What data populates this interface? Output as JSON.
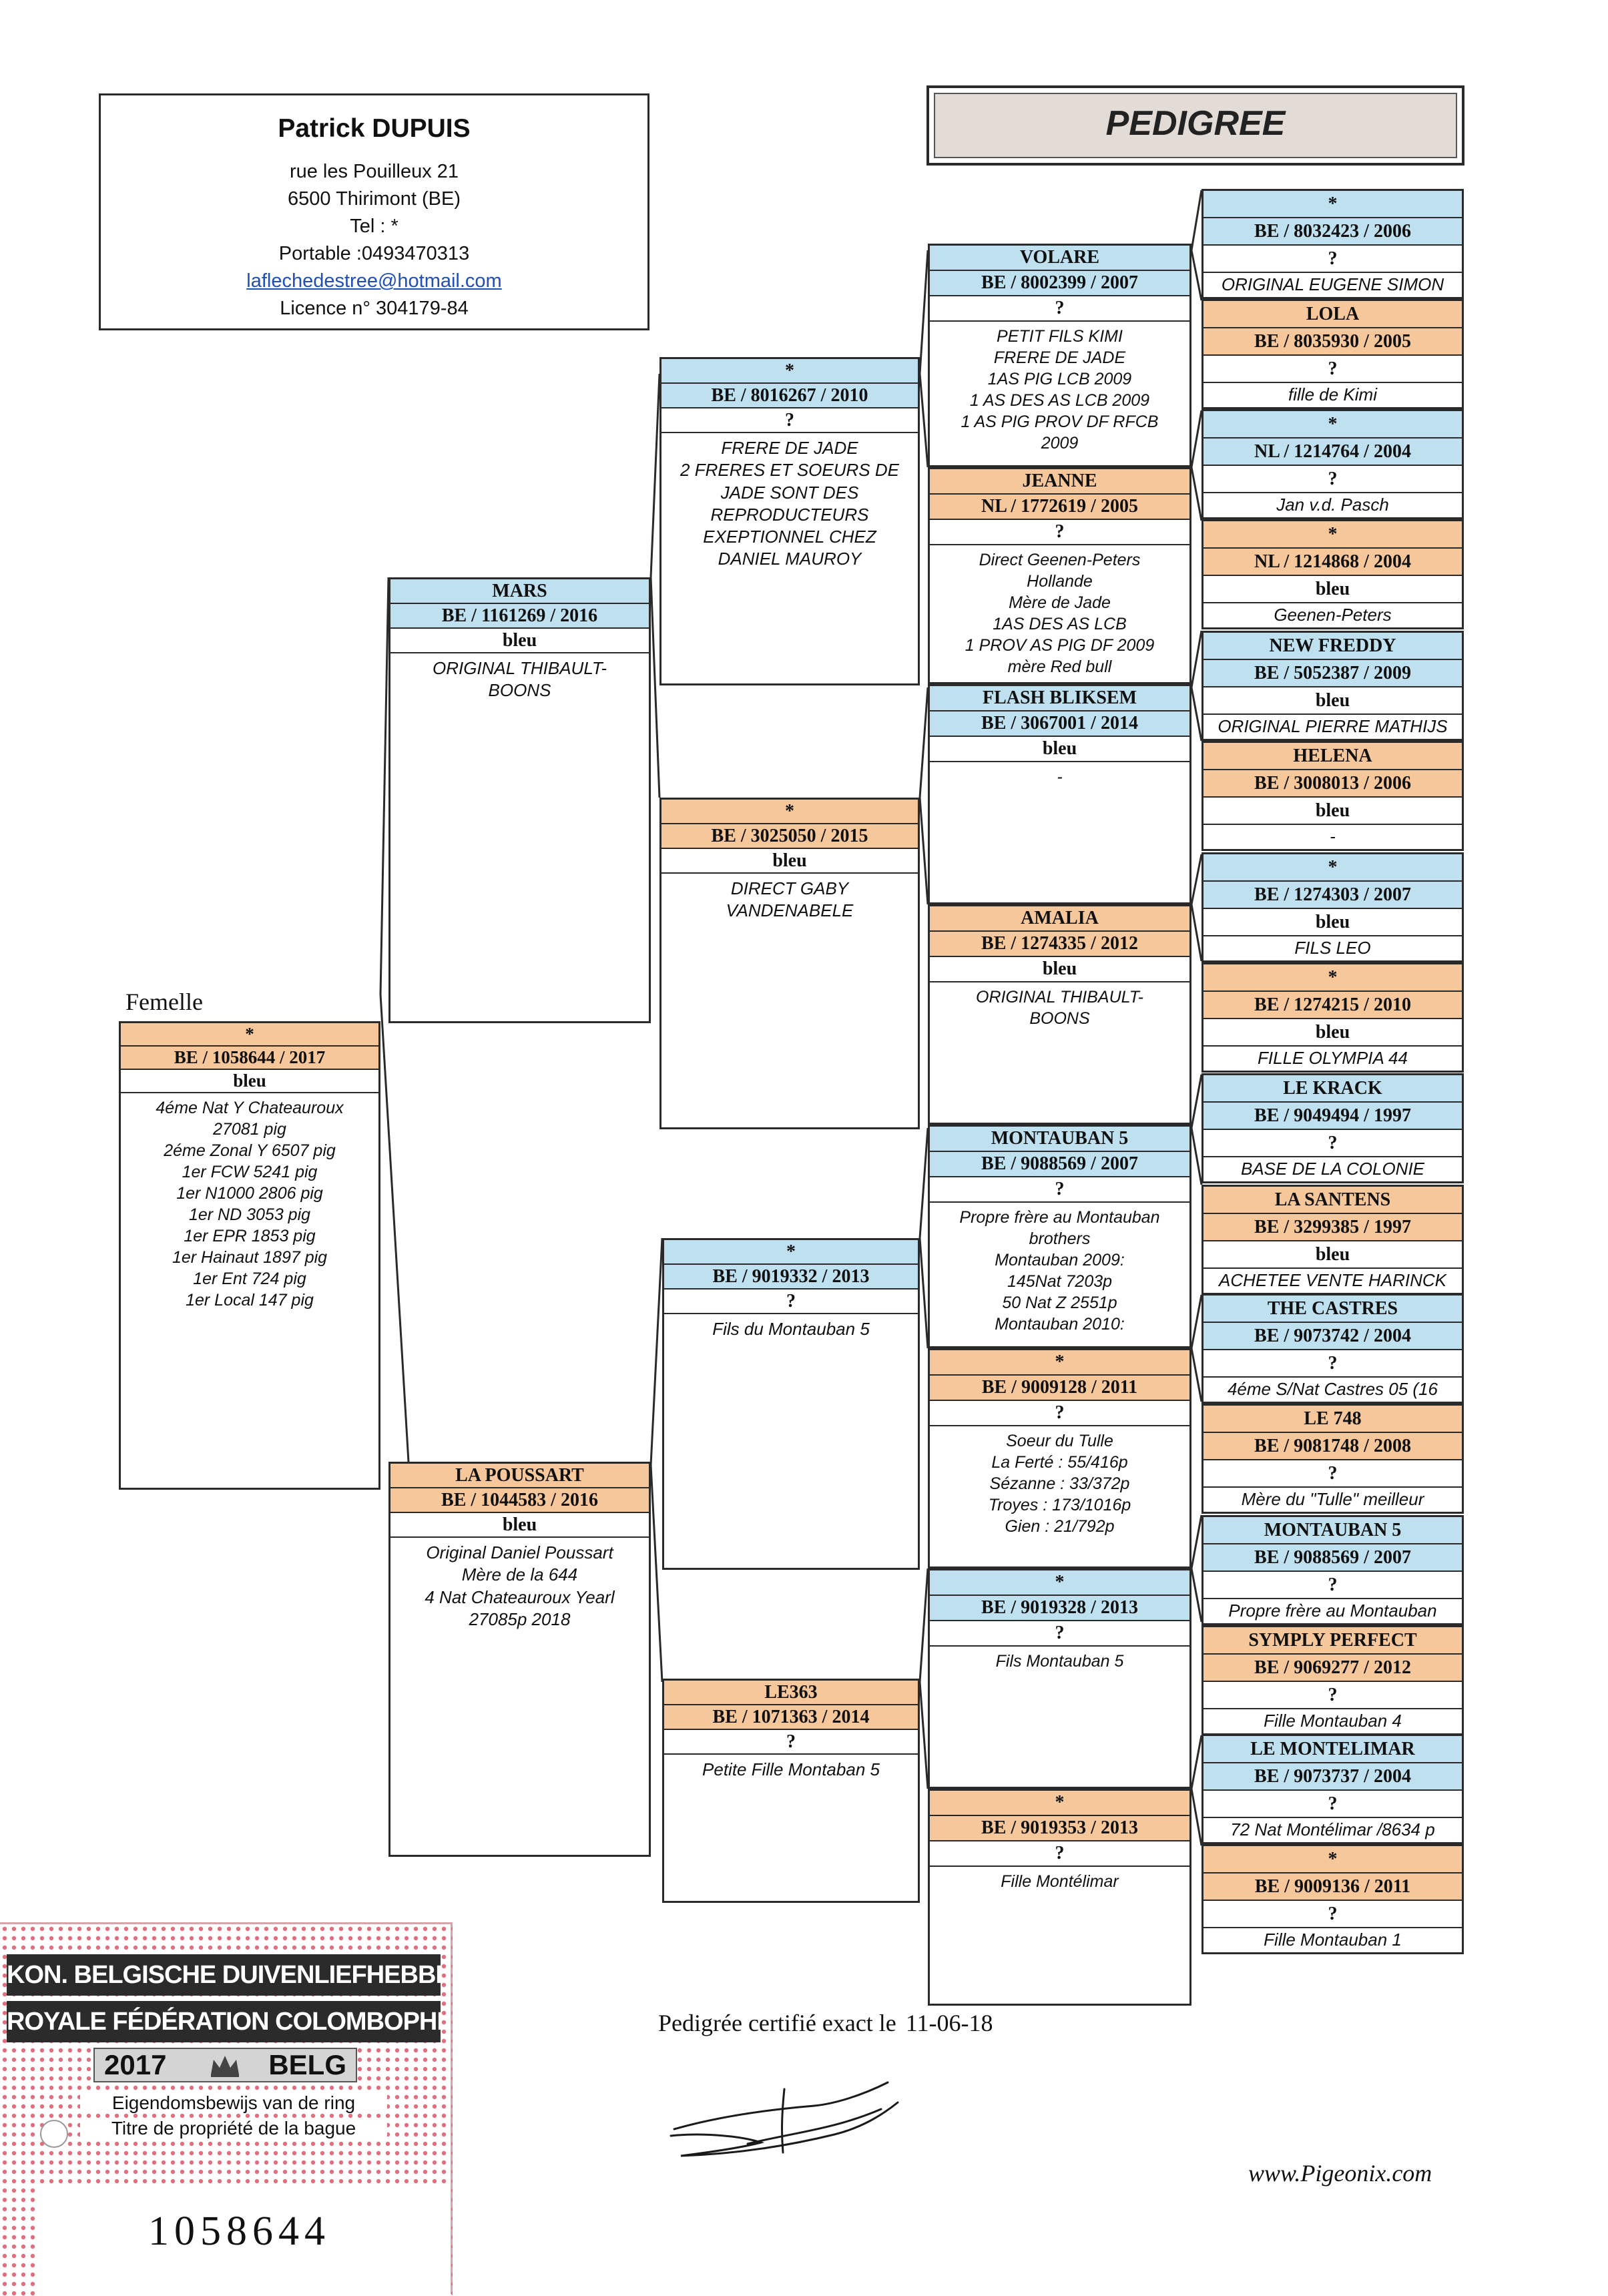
{
  "breeder": {
    "name": "Patrick DUPUIS",
    "address": "rue les Pouilleux 21",
    "city": "6500 Thirimont (BE)",
    "tel": "Tel : *",
    "portable": "Portable :0493470313",
    "email": "laflechedestree@hotmail.com",
    "licence": "Licence n° 304179-84"
  },
  "title": "PEDIGREE",
  "sex_label": "Femelle",
  "birds": {
    "subject": {
      "name": "*",
      "ring": "BE / 1058644 / 2017",
      "color": "bleu",
      "sex": "f",
      "notes": [
        "4éme Nat Y Chateauroux",
        "27081 pig",
        "2éme Zonal Y 6507 pig",
        "1er FCW 5241 pig",
        "1er N1000 2806 pig",
        "1er ND 3053 pig",
        "1er EPR 1853 pig",
        "1er Hainaut 1897 pig",
        "1er Ent 724 pig",
        "1er Local 147 pig"
      ]
    },
    "s": {
      "name": "MARS",
      "ring": "BE / 1161269 / 2016",
      "color": "bleu",
      "sex": "m",
      "notes": [
        "ORIGINAL THIBAULT-",
        "BOONS"
      ]
    },
    "d": {
      "name": "LA POUSSART",
      "ring": "BE / 1044583 / 2016",
      "color": "bleu",
      "sex": "f",
      "notes": [
        "Original Daniel Poussart",
        "Mère de la 644",
        "4 Nat Chateauroux Yearl",
        "27085p 2018"
      ]
    },
    "ss": {
      "name": "*",
      "ring": "BE / 8016267 / 2010",
      "color": "?",
      "sex": "m",
      "notes": [
        "FRERE DE JADE",
        "2 FRERES ET SOEURS DE",
        "JADE SONT DES",
        "REPRODUCTEURS",
        "EXEPTIONNEL CHEZ",
        "DANIEL MAUROY"
      ]
    },
    "sd": {
      "name": "*",
      "ring": "BE / 3025050 / 2015",
      "color": "bleu",
      "sex": "f",
      "notes": [
        "DIRECT GABY",
        "VANDENABELE"
      ]
    },
    "ds": {
      "name": "*",
      "ring": "BE / 9019332 / 2013",
      "color": "?",
      "sex": "m",
      "notes": [
        "Fils du Montauban 5"
      ]
    },
    "dd": {
      "name": "LE363",
      "ring": "BE / 1071363 / 2014",
      "color": "?",
      "sex": "f",
      "notes": [
        "Petite Fille Montaban 5"
      ]
    },
    "sss": {
      "name": "VOLARE",
      "ring": "BE / 8002399 / 2007",
      "color": "?",
      "sex": "m",
      "notes": [
        "PETIT FILS KIMI",
        "FRERE DE JADE",
        "1AS PIG LCB 2009",
        "1 AS DES AS LCB 2009",
        "1 AS PIG PROV DF RFCB",
        "2009"
      ]
    },
    "ssd": {
      "name": "JEANNE",
      "ring": "NL / 1772619 / 2005",
      "color": "?",
      "sex": "f",
      "notes": [
        "Direct Geenen-Peters",
        "Hollande",
        "Mère de Jade",
        "1AS DES AS LCB",
        "1 PROV AS PIG DF 2009",
        "mère Red bull"
      ]
    },
    "sds": {
      "name": "FLASH BLIKSEM",
      "ring": "BE / 3067001 / 2014",
      "color": "bleu",
      "sex": "m",
      "notes": [
        "-"
      ]
    },
    "sdd": {
      "name": "AMALIA",
      "ring": "BE / 1274335 / 2012",
      "color": "bleu",
      "sex": "f",
      "notes": [
        "ORIGINAL THIBAULT-",
        "BOONS"
      ]
    },
    "dss": {
      "name": "MONTAUBAN 5",
      "ring": "BE / 9088569 / 2007",
      "color": "?",
      "sex": "m",
      "notes": [
        "Propre frère au Montauban",
        "brothers",
        "Montauban 2009:",
        "145Nat 7203p",
        "50 Nat Z 2551p",
        "Montauban 2010:"
      ]
    },
    "dsd": {
      "name": "*",
      "ring": "BE / 9009128 / 2011",
      "color": "?",
      "sex": "f",
      "notes": [
        "Soeur du Tulle",
        "La Ferté : 55/416p",
        "Sézanne : 33/372p",
        "Troyes : 173/1016p",
        "Gien : 21/792p"
      ]
    },
    "dds": {
      "name": "*",
      "ring": "BE / 9019328 / 2013",
      "color": "?",
      "sex": "m",
      "notes": [
        "Fils Montauban 5"
      ]
    },
    "ddd": {
      "name": "*",
      "ring": "BE / 9019353 / 2013",
      "color": "?",
      "sex": "f",
      "notes": [
        "Fille Montélimar"
      ]
    },
    "ssss": {
      "name": "*",
      "ring": "BE / 8032423 / 2006",
      "color": "?",
      "sex": "m",
      "note": "ORIGINAL EUGENE SIMON"
    },
    "sssd": {
      "name": "LOLA",
      "ring": "BE / 8035930 / 2005",
      "color": "?",
      "sex": "f",
      "note": "fille de Kimi"
    },
    "ssds": {
      "name": "*",
      "ring": "NL / 1214764 / 2004",
      "color": "?",
      "sex": "m",
      "note": "Jan v.d. Pasch"
    },
    "ssdd": {
      "name": "*",
      "ring": "NL / 1214868 / 2004",
      "color": "bleu",
      "sex": "f",
      "note": "Geenen-Peters"
    },
    "sdss": {
      "name": "NEW FREDDY",
      "ring": "BE / 5052387 / 2009",
      "color": "bleu",
      "sex": "m",
      "note": "ORIGINAL PIERRE MATHIJS"
    },
    "sdsd": {
      "name": "HELENA",
      "ring": "BE / 3008013 / 2006",
      "color": "bleu",
      "sex": "f",
      "note": "-"
    },
    "sdds": {
      "name": "*",
      "ring": "BE / 1274303 / 2007",
      "color": "bleu",
      "sex": "m",
      "note": "FILS LEO"
    },
    "sddd": {
      "name": "*",
      "ring": "BE / 1274215 / 2010",
      "color": "bleu",
      "sex": "f",
      "note": "FILLE OLYMPIA 44"
    },
    "dsss": {
      "name": "LE KRACK",
      "ring": "BE / 9049494 / 1997",
      "color": "?",
      "sex": "m",
      "note": "BASE DE LA COLONIE"
    },
    "dssd": {
      "name": "LA SANTENS",
      "ring": "BE / 3299385 / 1997",
      "color": "bleu",
      "sex": "f",
      "note": "ACHETEE VENTE HARINCK"
    },
    "dsds": {
      "name": "THE CASTRES",
      "ring": "BE / 9073742 / 2004",
      "color": "?",
      "sex": "m",
      "note": "4éme S/Nat Castres 05 (16"
    },
    "dsdd": {
      "name": "LE 748",
      "ring": "BE / 9081748 / 2008",
      "color": "?",
      "sex": "f",
      "note": "Mère du \"Tulle\" meilleur"
    },
    "ddss": {
      "name": "MONTAUBAN 5",
      "ring": "BE / 9088569 / 2007",
      "color": "?",
      "sex": "m",
      "note": "Propre frère au Montauban"
    },
    "ddsd": {
      "name": "SYMPLY PERFECT",
      "ring": "BE / 9069277 / 2012",
      "color": "?",
      "sex": "f",
      "note": "Fille Montauban 4"
    },
    "ddds": {
      "name": "LE MONTELIMAR",
      "ring": "BE / 9073737 / 2004",
      "color": "?",
      "sex": "m",
      "note": "72 Nat Montélimar /8634 p"
    },
    "dddd": {
      "name": "*",
      "ring": "BE / 9009136 / 2011",
      "color": "?",
      "sex": "f",
      "note": "Fille Montauban 1"
    }
  },
  "certification": {
    "text": "Pedigrée certifié exact le",
    "date": "11-06-18"
  },
  "website": "www.Pigeonix.com",
  "ring_card": {
    "line1": "KON. BELGISCHE DUIVENLIEFHEBBERSBOND",
    "line2": "ROYALE FÉDÉRATION COLOMBOPHILE BELGE",
    "year": "2017",
    "country": "BELG",
    "title_nl": "Eigendomsbewijs van de ring",
    "title_fr": "Titre de propriété de la bague",
    "number": "1058644"
  },
  "colors": {
    "male": "#bfe0ef",
    "female": "#f6c79b",
    "border": "#2a2a2a",
    "title_bg": "#e3dbd5",
    "link": "#1f4fb5"
  }
}
